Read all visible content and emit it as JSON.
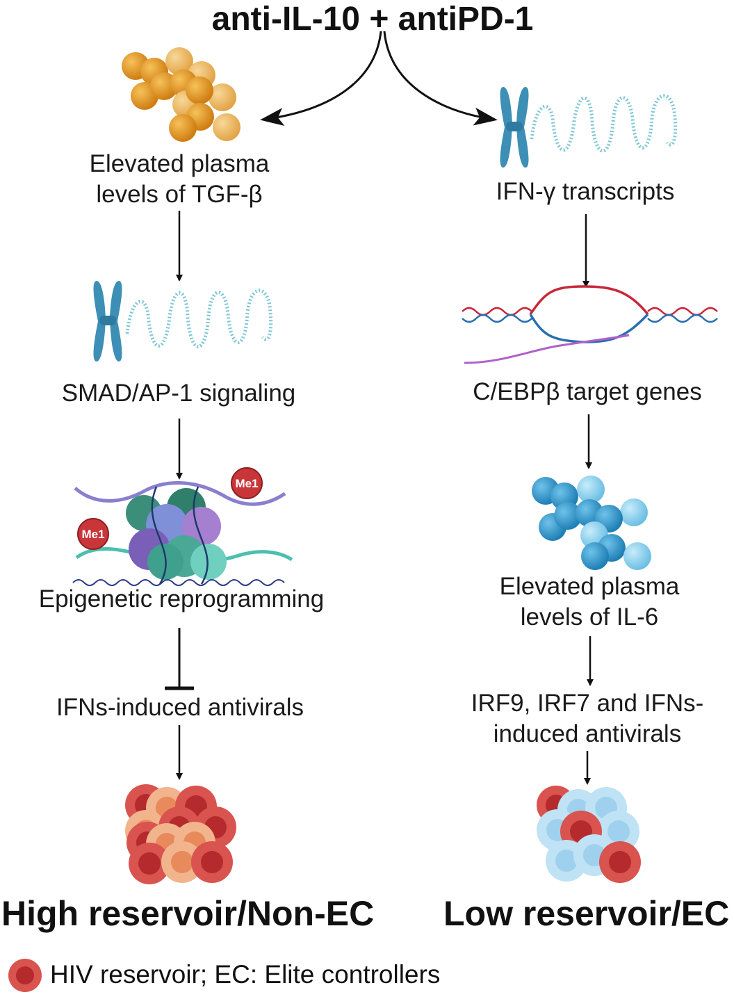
{
  "title": "anti-IL-10 + antiPD-1",
  "left": {
    "tgf_label": [
      "Elevated plasma",
      "levels of TGF-β"
    ],
    "smad_label": "SMAD/AP-1 signaling",
    "epi_label": "Epigenetic reprogramming",
    "me1_label": "Me1",
    "ifn_label": "IFNs-induced antivirals",
    "outcome": "High reservoir/Non-EC"
  },
  "right": {
    "ifng_label": "IFN-γ transcripts",
    "cebpb_label": "C/EBPβ target genes",
    "il6_label": [
      "Elevated plasma",
      "levels of IL-6"
    ],
    "irf_label": [
      "IRF9, IRF7  and IFNs-",
      "induced antivirals"
    ],
    "outcome": "Low reservoir/EC"
  },
  "legend": "HIV reservoir; EC: Elite controllers",
  "colors": {
    "tgf_beads": "#e0952a",
    "il6_beads": "#3aa0d0",
    "chromosome": "#3d8fb5",
    "reservoir_cell": "#c8363a",
    "healthy_cell": "#bfe2f5",
    "dna_red": "#c8283a",
    "dna_blue": "#2a6fb0",
    "rna_purple": "#b060c8"
  }
}
